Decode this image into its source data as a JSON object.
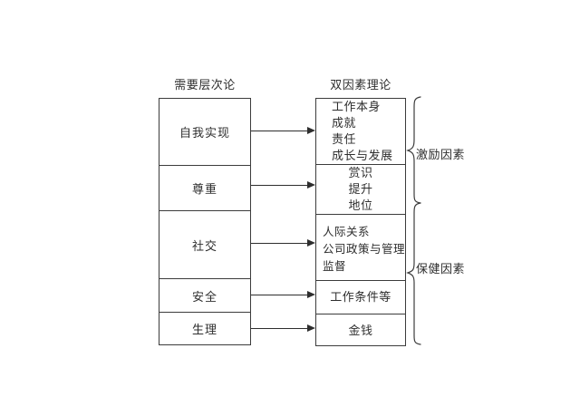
{
  "diagram": {
    "left_column": {
      "title": "需要层次论",
      "rows": [
        {
          "label": "自我实现"
        },
        {
          "label": "尊重"
        },
        {
          "label": "社交"
        },
        {
          "label": "安全"
        },
        {
          "label": "生理"
        }
      ]
    },
    "right_column": {
      "title": "双因素理论",
      "sections": [
        {
          "lines": [
            "工作本身",
            "成就",
            "责任",
            "成长与发展"
          ],
          "align": "left"
        },
        {
          "lines": [
            "赏识",
            "提升",
            "地位"
          ],
          "align": "center"
        },
        {
          "lines": [
            "人际关系",
            "公司政策与管理",
            "监督"
          ],
          "align": "left"
        },
        {
          "lines": [
            "工作条件等"
          ],
          "align": "center"
        },
        {
          "lines": [
            "金钱"
          ],
          "align": "center"
        }
      ]
    },
    "braces": [
      {
        "label": "激励因素",
        "covers_sections": [
          0,
          1
        ]
      },
      {
        "label": "保健因素",
        "covers_sections": [
          2,
          3,
          4
        ]
      }
    ],
    "arrows": [
      {
        "from_row": 0,
        "to_section": 0
      },
      {
        "from_row": 1,
        "to_section": 1
      },
      {
        "from_row": 2,
        "to_section": 2
      },
      {
        "from_row": 3,
        "to_section": 3
      },
      {
        "from_row": 4,
        "to_section": 4
      }
    ],
    "colors": {
      "background": "#ffffff",
      "line": "#3c3c3c",
      "text": "#2e2e2e"
    }
  }
}
